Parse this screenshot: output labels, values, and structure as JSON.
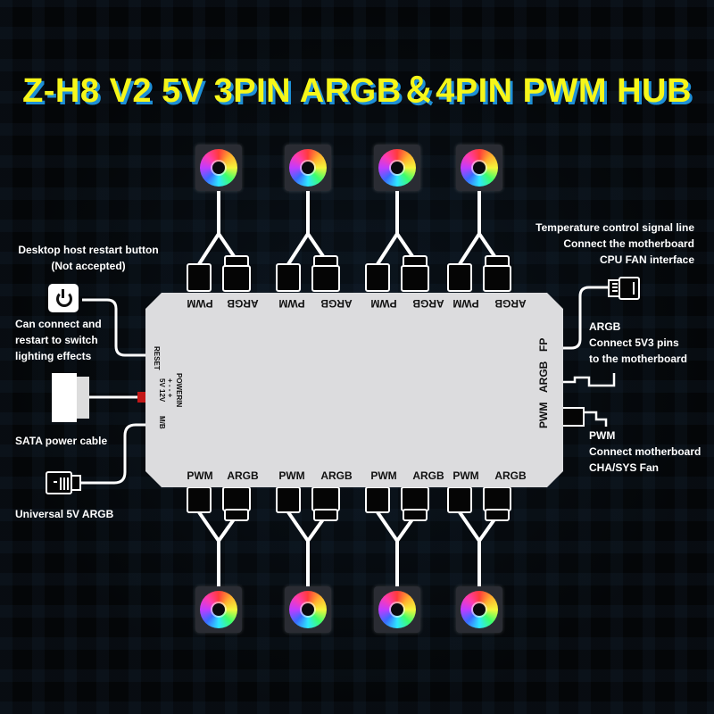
{
  "title": "Z-H8 V2 5V 3PIN ARGB＆4PIN PWM HUB",
  "colors": {
    "title": "#f6f61a",
    "title_shadow": "#1e8fd6",
    "hub": "#dcdcde",
    "glow_left": "#e35bd1",
    "glow_right": "#2a8bf2",
    "logo": "#5b63ff"
  },
  "hub": {
    "top_ports": [
      "PWM",
      "ARGB",
      "PWM",
      "ARGB",
      "PWM",
      "ARGB",
      "PWM",
      "ARGB"
    ],
    "bottom_ports": [
      "PWM",
      "ARGB",
      "PWM",
      "ARGB",
      "PWM",
      "ARGB",
      "PWM",
      "ARGB"
    ],
    "left": {
      "reset": "RESET",
      "powerin": "POWERIN",
      "polarity": "+ - - +",
      "voltage": "5V  12V",
      "mb": "M/B"
    },
    "right": {
      "fp": "FP",
      "argb": "ARGB",
      "pwm": "PWM"
    },
    "logo_icon": "lightning-logo-icon"
  },
  "notes": {
    "restart_title": [
      "Desktop host restart button",
      "(Not accepted)"
    ],
    "restart_desc": [
      "Can connect and",
      "restart to switch",
      "lighting effects"
    ],
    "sata": "SATA power cable",
    "argb_universal": "Universal 5V ARGB",
    "fp": [
      "Temperature control signal line",
      "Connect the motherboard",
      "CPU FAN interface"
    ],
    "argb_mb": [
      "ARGB",
      "Connect 5V3 pins",
      "to the motherboard"
    ],
    "pwm_mb": [
      "PWM",
      "Connect motherboard",
      "CHA/SYS Fan"
    ]
  },
  "icons": {
    "power": "power-button-icon",
    "fan": "argb-fan-icon",
    "connector": "connector-icon"
  }
}
